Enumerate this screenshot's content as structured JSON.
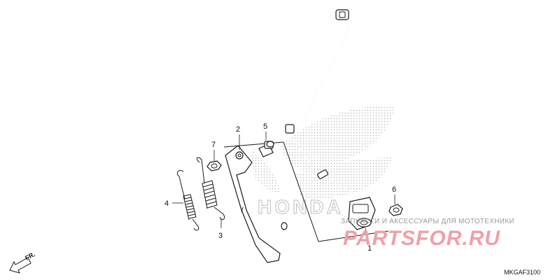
{
  "diagram": {
    "code": "MKGAF3100",
    "fr_label": "FR.",
    "callouts": [
      {
        "id": "1",
        "label": "1"
      },
      {
        "id": "2",
        "label": "2"
      },
      {
        "id": "3",
        "label": "3"
      },
      {
        "id": "4",
        "label": "4"
      },
      {
        "id": "5",
        "label": "5"
      },
      {
        "id": "6",
        "label": "6"
      },
      {
        "id": "7",
        "label": "7"
      }
    ]
  },
  "watermark": {
    "brand_text": "HONDA",
    "caption": "ЗАПЧАСТИ И АКСЕССУАРЫ ДЛЯ МОТОТЕХНИКИ",
    "logo_text": "PARTSFOR.RU",
    "logo_color": "#f0a0a8",
    "wing_color": "#c0c0c0"
  }
}
